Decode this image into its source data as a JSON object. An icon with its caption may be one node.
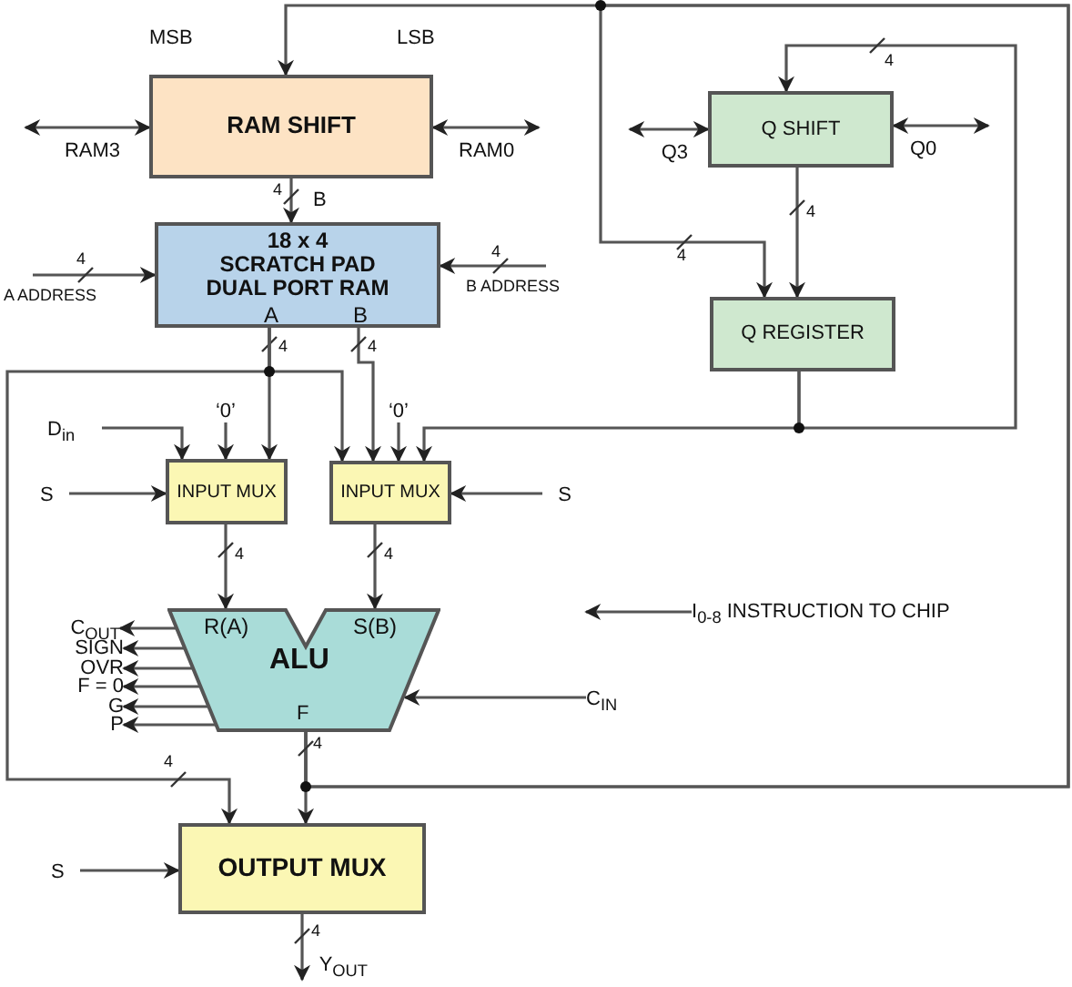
{
  "diagram": {
    "nodes": [
      {
        "text": [
          "RAM SHIFT"
        ]
      },
      {
        "text": [
          "18 x 4",
          "SCRATCH PAD DUAL PORT RAM",
          "A",
          "B"
        ],
        "beside": [
          "B"
        ]
      },
      {
        "text": [
          "Q SHIFT"
        ]
      },
      {
        "text": [
          "Q REGISTER"
        ]
      },
      {
        "text": [
          "INPUT MUX"
        ]
      },
      {
        "text": [
          "INPUT MUX"
        ]
      },
      {
        "text": [
          "R(A)",
          "S(B)",
          "ALU",
          "F"
        ]
      },
      {
        "text": [
          "OUTPUT MUX"
        ]
      },
      {
        "text": [
          "D$_{in}$"
        ]
      },
      {
        "text": [
          "‘0’"
        ]
      },
      {
        "text": [
          "‘0’"
        ]
      },
      {
        "text": [
          "S"
        ]
      },
      {
        "text": [
          "S"
        ]
      },
      {
        "text": [
          "C$_{OUT}$"
        ]
      },
      {
        "text": [
          "SIGN"
        ]
      },
      {
        "text": [
          "OVR"
        ]
      },
      {
        "text": [
          "F = 0"
        ]
      },
      {
        "text": [
          "G"
        ]
      },
      {
        "text": [
          "P"
        ]
      },
      {
        "text": [
          "C$_{IN}$"
        ]
      },
      {
        "text": [
          "I$_{0-8}$ INSTRUCTION TO CHIP"
        ]
      },
      {
        "text": [
          "S"
        ]
      },
      {
        "text": [
          "RAM3"
        ]
      },
      {
        "text": [
          "RAM0"
        ]
      },
      {
        "text": [
          "Q3"
        ]
      },
      {
        "text": [
          "Q0"
        ]
      },
      {
        "text": [
          "A ADDRESS"
        ]
      },
      {
        "text": [
          "B ADDRESS"
        ]
      },
      {
        "text": [
          "Y$_{OUT}$"
        ]
      }
    ],
    "edges": [
      {
        "from": 22,
        "to": 0,
        "arrow": "both"
      },
      {
        "from": 0,
        "to": 23,
        "arrow": "both"
      },
      {
        "from": 24,
        "to": 2,
        "arrow": "both"
      },
      {
        "from": 2,
        "to": 25,
        "arrow": "both"
      },
      {
        "from": 26,
        "to": 1,
        "arrow": "to",
        "label": "4"
      },
      {
        "from": 27,
        "to": 1,
        "arrow": "to",
        "label": "4"
      },
      {
        "from": 0,
        "to": 1,
        "arrow": "to",
        "label": "4"
      },
      {
        "from": 1,
        "to": 4,
        "arrow": "to",
        "label": "4"
      },
      {
        "from": 1,
        "to": 5,
        "arrow": "to"
      },
      {
        "from": 1,
        "to": 7,
        "arrow": "to",
        "label": "4"
      },
      {
        "from": 1,
        "to": 5,
        "arrow": "to",
        "label": "4"
      },
      {
        "from": 8,
        "to": 4,
        "arrow": "to"
      },
      {
        "from": 9,
        "to": 4,
        "arrow": "to"
      },
      {
        "from": 10,
        "to": 5,
        "arrow": "to"
      },
      {
        "from": 11,
        "to": 4,
        "arrow": "to"
      },
      {
        "from": 12,
        "to": 5,
        "arrow": "to"
      },
      {
        "from": 3,
        "to": 2,
        "arrow": "to",
        "label": "4"
      },
      {
        "from": 3,
        "to": 5,
        "arrow": "to"
      },
      {
        "from": 2,
        "to": 3,
        "arrow": "to",
        "label": "4"
      },
      {
        "from": 6,
        "to": 3,
        "arrow": "to",
        "label": "4"
      },
      {
        "from": 6,
        "to": 0,
        "arrow": "to"
      },
      {
        "from": 6,
        "to": 7,
        "arrow": "to",
        "label": "4"
      },
      {
        "from": 4,
        "to": 6,
        "arrow": "to",
        "label": "4"
      },
      {
        "from": 5,
        "to": 6,
        "arrow": "to",
        "label": "4"
      },
      {
        "from": 6,
        "to": 13,
        "arrow": "to"
      },
      {
        "from": 6,
        "to": 14,
        "arrow": "to"
      },
      {
        "from": 6,
        "to": 15,
        "arrow": "to"
      },
      {
        "from": 6,
        "to": 16,
        "arrow": "to"
      },
      {
        "from": 6,
        "to": 17,
        "arrow": "to"
      },
      {
        "from": 6,
        "to": 18,
        "arrow": "to"
      },
      {
        "from": 19,
        "to": 6,
        "arrow": "to"
      },
      {
        "from": 20,
        "to": null,
        "arrow": "to"
      },
      {
        "from": 21,
        "to": 7,
        "arrow": "to"
      },
      {
        "from": 7,
        "to": 28,
        "arrow": "to",
        "label": "4"
      }
    ],
    "labels": [
      "MSB",
      "LSB"
    ]
  }
}
